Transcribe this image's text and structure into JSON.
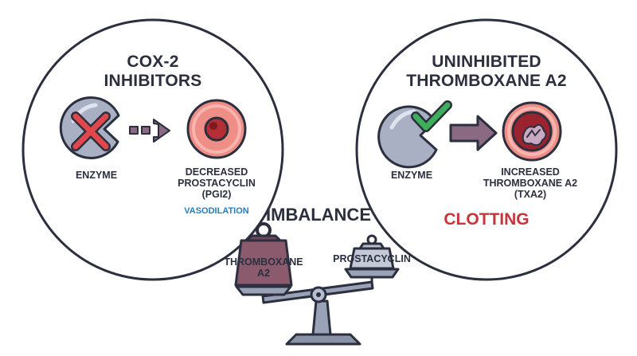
{
  "left_panel": {
    "title_line1": "COX-2",
    "title_line2": "INHIBITORS",
    "enzyme_label": "ENZYME",
    "result_line1": "DECREASED",
    "result_line2": "PROSTACYCLIN",
    "result_line3": "(PGI2)",
    "effect": "VASODILATION"
  },
  "right_panel": {
    "title_line1": "UNINHIBITED",
    "title_line2": "THROMBOXANE A2",
    "enzyme_label": "ENZYME",
    "result_line1": "INCREASED",
    "result_line2": "THROMBOXANE A2",
    "result_line3": "(TXA2)",
    "effect": "CLOTTING"
  },
  "scale": {
    "heading": "IMBALANCE",
    "heavy_weight_line1": "THROMBOXANE",
    "heavy_weight_line2": "A2",
    "light_weight_label": "PROSTACYCLIN"
  },
  "colors": {
    "outline": "#2b2f3e",
    "enzyme_fill": "#a9b0c4",
    "cross": "#e2474b",
    "check": "#3fae5a",
    "arrow": "#8a6a82",
    "vessel_outer": "#ef8e86",
    "vessel_lumen": "#b22f35",
    "vasodilation": "#1f7fbf",
    "clotting": "#c8343b",
    "weight": "#8b5a6c",
    "scale_metal": "#9aa2b8"
  },
  "icons": {
    "left_enzyme": "blocked-enzyme-icon",
    "left_mark": "red-x-icon",
    "left_arrow": "dashed-arrow-icon",
    "left_vessel": "vessel-cross-section-icon",
    "right_enzyme": "active-enzyme-icon",
    "right_mark": "green-check-icon",
    "right_arrow": "solid-arrow-icon",
    "right_vessel": "clotted-vessel-icon",
    "scale": "balance-scale-icon",
    "heavy_weight": "heavy-weight-icon",
    "light_weight": "light-weight-icon"
  }
}
